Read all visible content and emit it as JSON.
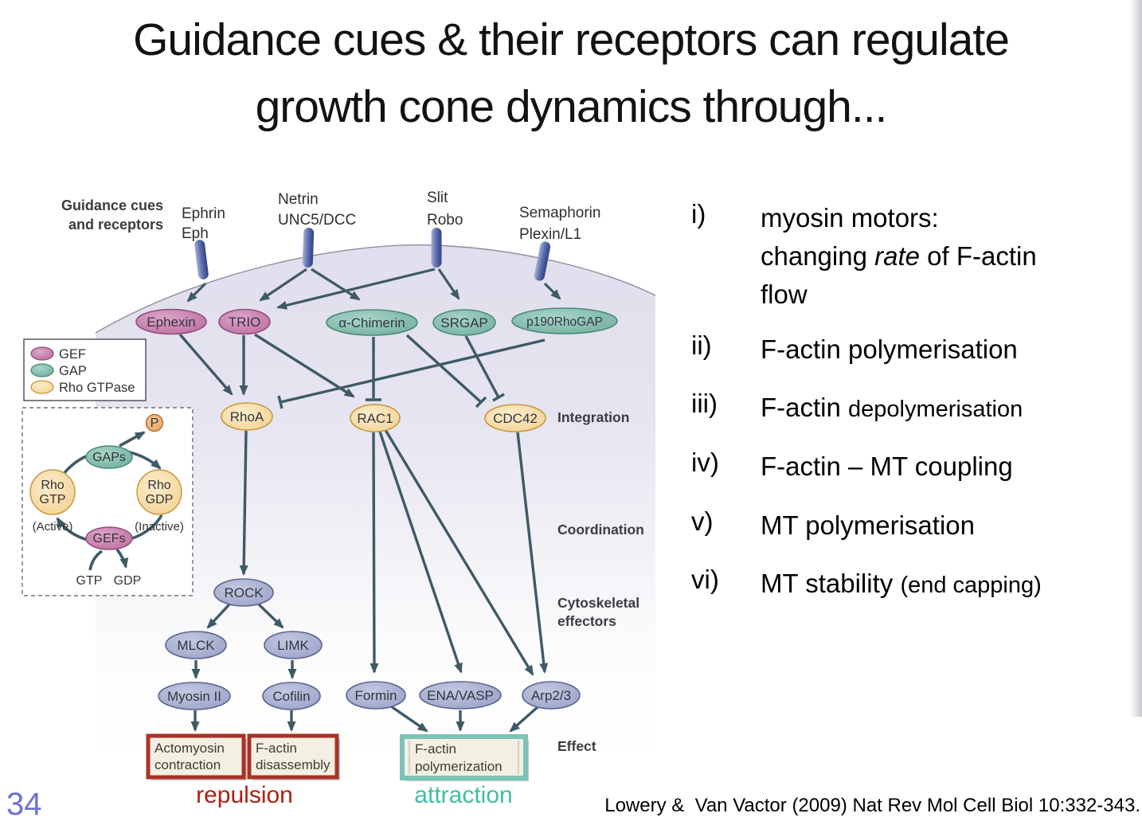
{
  "slide": {
    "title_line1": "Guidance cues & their receptors can regulate",
    "title_line2": "growth cone dynamics through...",
    "page_number": "34",
    "citation": "Lowery &  Van Vactor (2009) Nat Rev Mol Cell Biol 10:332-343."
  },
  "list": {
    "item1": {
      "num": "i)",
      "line1": "myosin motors:",
      "line2_pre": "changing ",
      "line2_em": "rate",
      "line2_post": " of F-actin",
      "line3": "flow"
    },
    "item2": {
      "num": "ii)",
      "text": "F-actin polymerisation"
    },
    "item3": {
      "num": "iii)",
      "pre": "F-actin ",
      "small": "depolymerisation"
    },
    "item4": {
      "num": "iv)",
      "text": "F-actin – MT coupling"
    },
    "item5": {
      "num": "v)",
      "text": "MT polymerisation"
    },
    "item6": {
      "num": "vi)",
      "pre": "MT stability ",
      "small": "(end capping)"
    }
  },
  "figure": {
    "header": {
      "line1": "Guidance cues",
      "line2": "and receptors"
    },
    "cues": {
      "ephrin_l1": "Ephrin",
      "ephrin_l2": "Eph",
      "netrin_l1": "Netrin",
      "netrin_l2": "UNC5/DCC",
      "slit_l1": "Slit",
      "slit_l2": "Robo",
      "sema_l1": "Semaphorin",
      "sema_l2": "Plexin/L1"
    },
    "nodes": {
      "ephexin": "Ephexin",
      "trio": "TRIO",
      "achimerin": "α-Chimerin",
      "srgap": "SRGAP",
      "p190": "p190RhoGAP",
      "rhoa": "RhoA",
      "rac1": "RAC1",
      "cdc42": "CDC42",
      "rock": "ROCK",
      "mlck": "MLCK",
      "limk": "LIMK",
      "myosin": "Myosin II",
      "cofilin": "Cofilin",
      "formin": "Formin",
      "enavasp": "ENA/VASP",
      "arp23": "Arp2/3"
    },
    "stage_labels": {
      "integration": "Integration",
      "coordination": "Coordination",
      "cyto_l1": "Cytoskeletal",
      "cyto_l2": "effectors",
      "effect": "Effect"
    },
    "legend": {
      "gef": "GEF",
      "gap": "GAP",
      "rho": "Rho GTPase"
    },
    "inset": {
      "p": "P",
      "gaps": "GAPs",
      "gefs": "GEFs",
      "rho_gtp_l1": "Rho",
      "rho_gtp_l2": "GTP",
      "active": "(Active)",
      "rho_gdp_l1": "Rho",
      "rho_gdp_l2": "GDP",
      "inactive": "(Inactive)",
      "gtp": "GTP",
      "gdp": "GDP"
    },
    "effect_boxes": {
      "box1_l1": "Actomyosin",
      "box1_l2": "contraction",
      "box2_l1": "F-actin",
      "box2_l2": "disassembly",
      "box3_l1": "F-actin",
      "box3_l2": "polymerization"
    },
    "outcomes": {
      "repulsion": "repulsion",
      "attraction": "attraction"
    },
    "edges": [
      {
        "from": "Ephrin/Eph",
        "to": "Ephexin",
        "type": "activate"
      },
      {
        "from": "Netrin UNC5/DCC",
        "to": "TRIO",
        "type": "activate"
      },
      {
        "from": "Netrin UNC5/DCC",
        "to": "α-Chimerin",
        "type": "activate"
      },
      {
        "from": "Slit/Robo",
        "to": "TRIO",
        "type": "activate"
      },
      {
        "from": "Slit/Robo",
        "to": "SRGAP",
        "type": "activate"
      },
      {
        "from": "Semaphorin Plexin/L1",
        "to": "p190RhoGAP",
        "type": "activate"
      },
      {
        "from": "Ephexin",
        "to": "RhoA",
        "type": "activate"
      },
      {
        "from": "TRIO",
        "to": "RhoA",
        "type": "activate"
      },
      {
        "from": "TRIO",
        "to": "RAC1",
        "type": "activate"
      },
      {
        "from": "α-Chimerin",
        "to": "RAC1",
        "type": "inhibit"
      },
      {
        "from": "α-Chimerin",
        "to": "CDC42",
        "type": "inhibit"
      },
      {
        "from": "SRGAP",
        "to": "CDC42",
        "type": "inhibit"
      },
      {
        "from": "p190RhoGAP",
        "to": "RhoA",
        "type": "inhibit"
      },
      {
        "from": "RhoA",
        "to": "ROCK",
        "type": "activate"
      },
      {
        "from": "RAC1",
        "to": "Formin",
        "type": "activate"
      },
      {
        "from": "RAC1",
        "to": "ENA/VASP",
        "type": "activate"
      },
      {
        "from": "RAC1",
        "to": "Arp2/3",
        "type": "activate"
      },
      {
        "from": "CDC42",
        "to": "Arp2/3",
        "type": "activate"
      },
      {
        "from": "ROCK",
        "to": "MLCK",
        "type": "activate"
      },
      {
        "from": "ROCK",
        "to": "LIMK",
        "type": "activate"
      },
      {
        "from": "MLCK",
        "to": "Myosin II",
        "type": "activate"
      },
      {
        "from": "LIMK",
        "to": "Cofilin",
        "type": "activate"
      },
      {
        "from": "Myosin II",
        "to": "Actomyosin contraction",
        "type": "activate"
      },
      {
        "from": "Cofilin",
        "to": "F-actin disassembly",
        "type": "activate"
      },
      {
        "from": "Formin",
        "to": "F-actin polymerization",
        "type": "activate"
      },
      {
        "from": "ENA/VASP",
        "to": "F-actin polymerization",
        "type": "activate"
      },
      {
        "from": "Arp2/3",
        "to": "F-actin polymerization",
        "type": "activate"
      }
    ],
    "colors": {
      "gef_fill": "#c77fae",
      "gap_fill": "#7bbcab",
      "rho_gtpase_fill": "#f3d795",
      "effector_fill": "#a8b0d3",
      "arrow": "#3e5a66",
      "membrane_fill": "#e2dfee",
      "receptor_fill": "#47599b",
      "repulsion_box_border": "#a93226",
      "attraction_box_border": "#7cc2b5",
      "repulsion_text": "#ae1e12",
      "attraction_text": "#3ec0a0",
      "page_number_color": "#6e70d0"
    }
  }
}
